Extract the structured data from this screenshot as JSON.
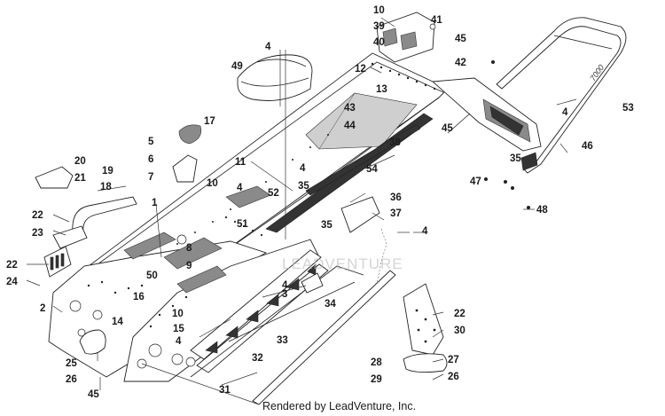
{
  "watermark_text": "LEADVENTURE",
  "footer_text": "Rendered by LeadVenture, Inc.",
  "callouts": [
    "1",
    "2",
    "3",
    "4",
    "4",
    "4",
    "4",
    "4",
    "4",
    "4",
    "5",
    "6",
    "7",
    "8",
    "9",
    "10",
    "10",
    "10",
    "11",
    "12",
    "13",
    "14",
    "15",
    "16",
    "17",
    "18",
    "19",
    "20",
    "21",
    "22",
    "22",
    "22",
    "23",
    "24",
    "25",
    "26",
    "26",
    "27",
    "28",
    "29",
    "30",
    "31",
    "32",
    "33",
    "34",
    "35",
    "35",
    "35",
    "36",
    "37",
    "38",
    "39",
    "40",
    "41",
    "42",
    "43",
    "44",
    "45",
    "45",
    "45",
    "46",
    "47",
    "48",
    "49",
    "50",
    "51",
    "52",
    "53",
    "54"
  ]
}
